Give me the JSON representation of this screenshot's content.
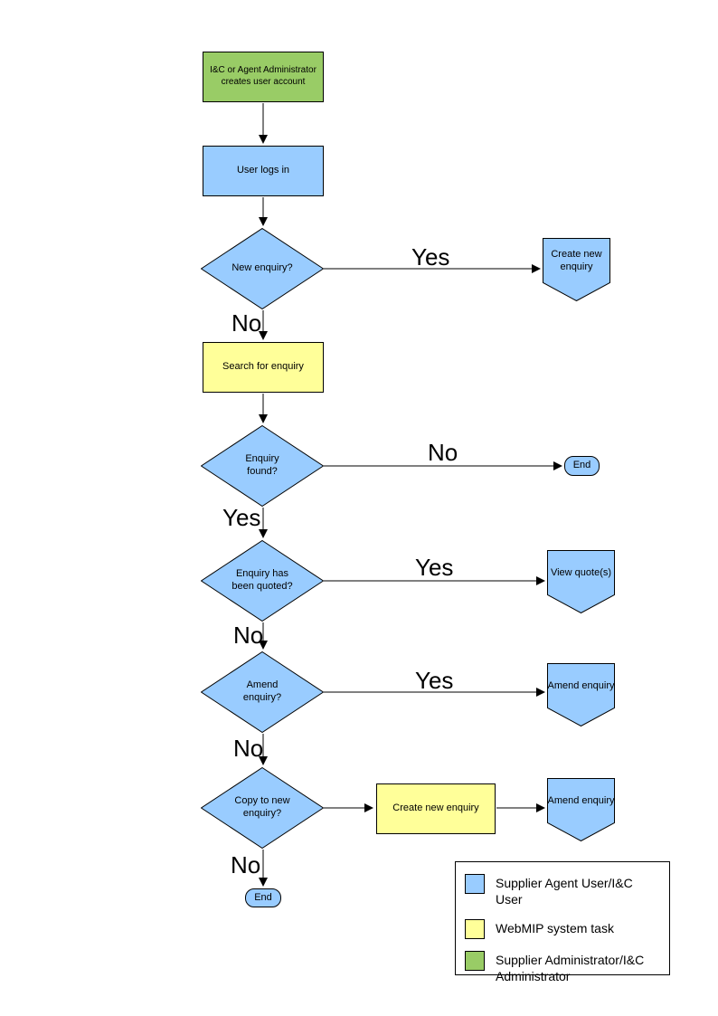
{
  "diagram": {
    "nodes": {
      "create_account": {
        "label": "I&C or Agent Administrator\ncreates user account",
        "type": "process",
        "role": "admin"
      },
      "user_login": {
        "label": "User logs in",
        "type": "process",
        "role": "user"
      },
      "new_enquiry": {
        "label": "New enquiry?",
        "type": "decision",
        "role": "user"
      },
      "create_new_enquiry": {
        "label": "Create new\nenquiry",
        "type": "offpage",
        "role": "user"
      },
      "search_enquiry": {
        "label": "Search for enquiry",
        "type": "process",
        "role": "task"
      },
      "enquiry_found": {
        "label": "Enquiry\nfound?",
        "type": "decision",
        "role": "user"
      },
      "end_right": {
        "label": "End",
        "type": "terminator",
        "role": "user"
      },
      "enquiry_quoted": {
        "label": "Enquiry has\nbeen quoted?",
        "type": "decision",
        "role": "user"
      },
      "view_quotes": {
        "label": "View quote(s)",
        "type": "offpage",
        "role": "user"
      },
      "amend_decision": {
        "label": "Amend\nenquiry?",
        "type": "decision",
        "role": "user"
      },
      "amend_enquiry": {
        "label": "Amend enquiry",
        "type": "offpage",
        "role": "user"
      },
      "copy_decision": {
        "label": "Copy to new\nenquiry?",
        "type": "decision",
        "role": "user"
      },
      "create_new_enquiry_task": {
        "label": "Create new enquiry",
        "type": "process",
        "role": "task"
      },
      "end_bottom": {
        "label": "End",
        "type": "terminator",
        "role": "user"
      }
    },
    "edge_labels": {
      "new_enquiry_yes": "Yes",
      "new_enquiry_no": "No",
      "enquiry_found_no": "No",
      "enquiry_found_yes": "Yes",
      "enquiry_quoted_yes": "Yes",
      "enquiry_quoted_no": "No",
      "amend_yes": "Yes",
      "amend_no": "No",
      "copy_no": "No"
    },
    "colors": {
      "user": "#99CCFF",
      "task": "#FFFF99",
      "admin": "#99CC66",
      "outline": "#000000"
    }
  },
  "legend": {
    "items": [
      {
        "color": "#99CCFF",
        "label": "Supplier Agent User/I&C User"
      },
      {
        "color": "#FFFF99",
        "label": "WebMIP system task"
      },
      {
        "color": "#99CC66",
        "label": "Supplier Administrator/I&C Administrator"
      }
    ]
  }
}
